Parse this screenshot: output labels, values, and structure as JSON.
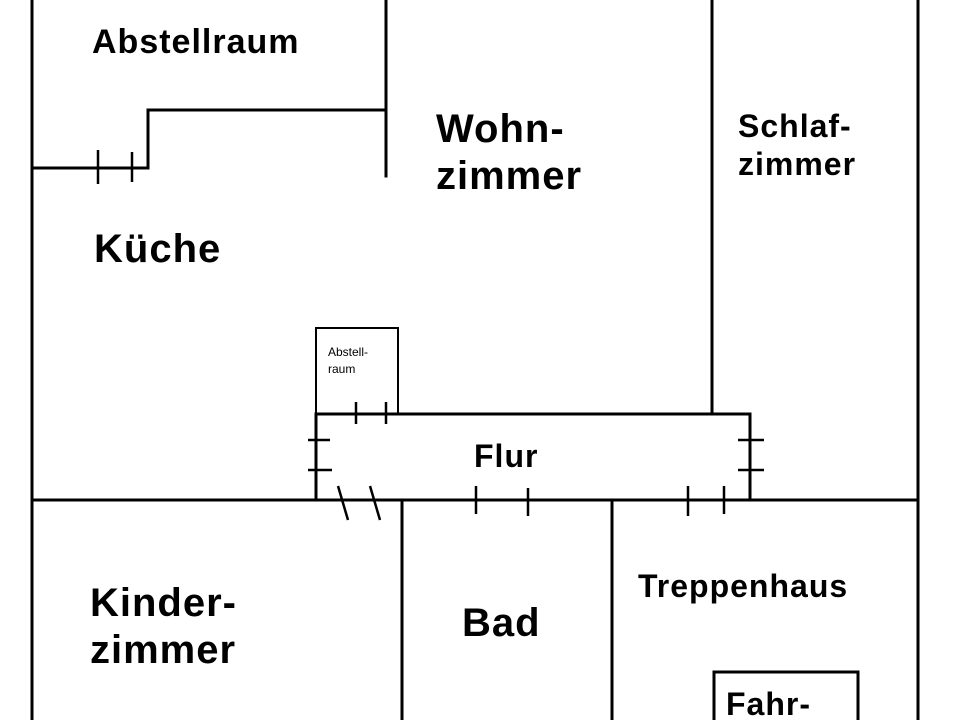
{
  "rooms": {
    "abstellraum_top": "Abstellraum",
    "wohnzimmer": [
      "Wohn-",
      "zimmer"
    ],
    "schlafzimmer": [
      "Schlaf-",
      "zimmer"
    ],
    "kueche": "Küche",
    "abstellraum_small": [
      "Abstell-",
      "raum"
    ],
    "flur": "Flur",
    "kinderzimmer": [
      "Kinder-",
      "zimmer"
    ],
    "bad": "Bad",
    "treppenhaus": "Treppenhaus",
    "fahrstuhl": "Fahr-"
  }
}
